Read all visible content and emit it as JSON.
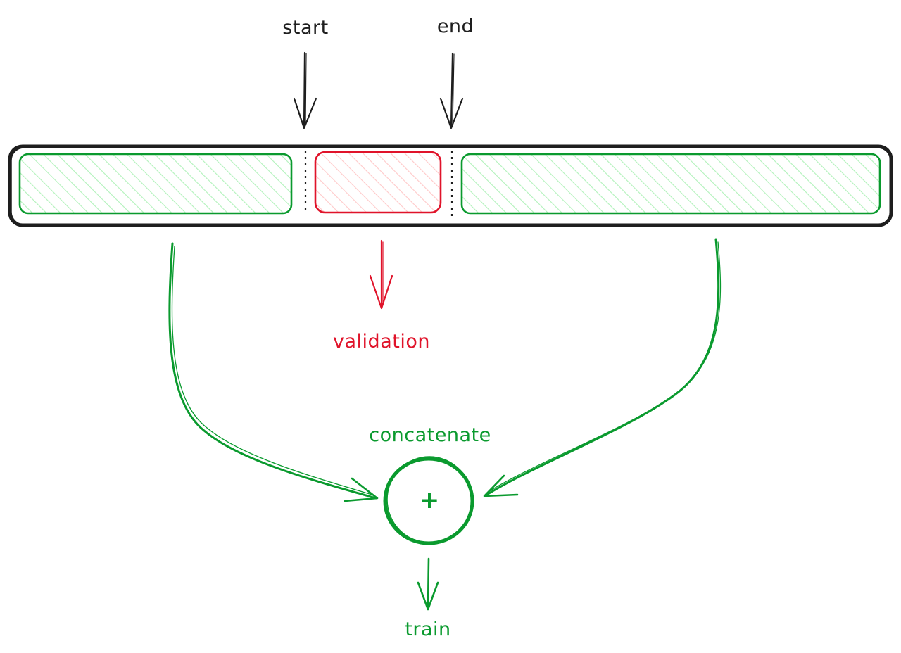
{
  "labels": {
    "start": "start",
    "end": "end",
    "validation": "validation",
    "concatenate": "concatenate",
    "plus": "+",
    "train": "train"
  },
  "colors": {
    "ink": "#1e1e1e",
    "train_stroke": "#0a9a2e",
    "train_fill": "#b2f2bb",
    "validation_stroke": "#e0132a",
    "validation_fill": "#ffc9c9",
    "background": "#ffffff"
  },
  "segments": [
    {
      "role": "train",
      "color": "train"
    },
    {
      "role": "validation",
      "color": "validation"
    },
    {
      "role": "train",
      "color": "train"
    }
  ]
}
